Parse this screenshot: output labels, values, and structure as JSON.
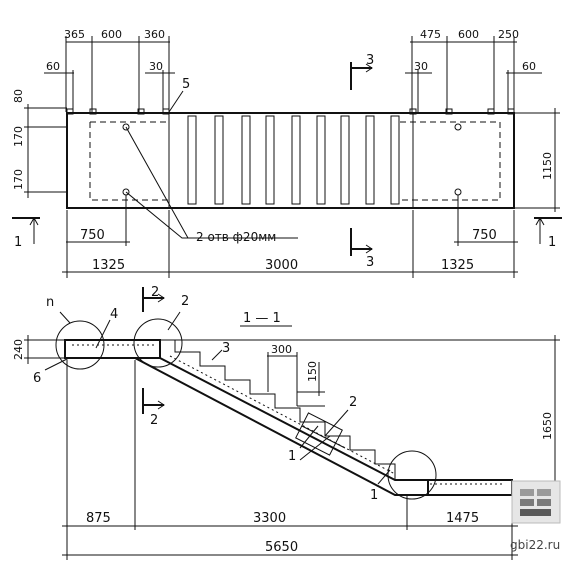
{
  "plan": {
    "top_left_dims": [
      "365",
      "600",
      "360"
    ],
    "top_right_dims": [
      "475",
      "600",
      "250"
    ],
    "left_small": "60",
    "left_joint": "30",
    "right_joint": "30",
    "right_small": "60",
    "vertical_dims": [
      "80",
      "170",
      "170"
    ],
    "height_dim": "1150",
    "bottom_left_offset": "750",
    "bottom_right_offset": "750",
    "bottom_dims": [
      "1325",
      "3000",
      "1325"
    ],
    "holes_note": "2 отв ф20мм",
    "item_5": "5",
    "section_3": "3",
    "section_1": "1"
  },
  "section": {
    "title": "1 — 1",
    "callout_n": "n",
    "item_4": "4",
    "item_6": "6",
    "item_2": "2",
    "item_3": "3",
    "item_1": "1",
    "section_2": "2",
    "step_tread": "300",
    "step_riser": "150",
    "left_height": "240",
    "total_height": "1650",
    "bottom_dims": [
      "875",
      "3300",
      "1475"
    ],
    "total_length": "5650"
  },
  "watermark": "gbi22.ru",
  "logo_icon": "stacked-blocks-icon"
}
